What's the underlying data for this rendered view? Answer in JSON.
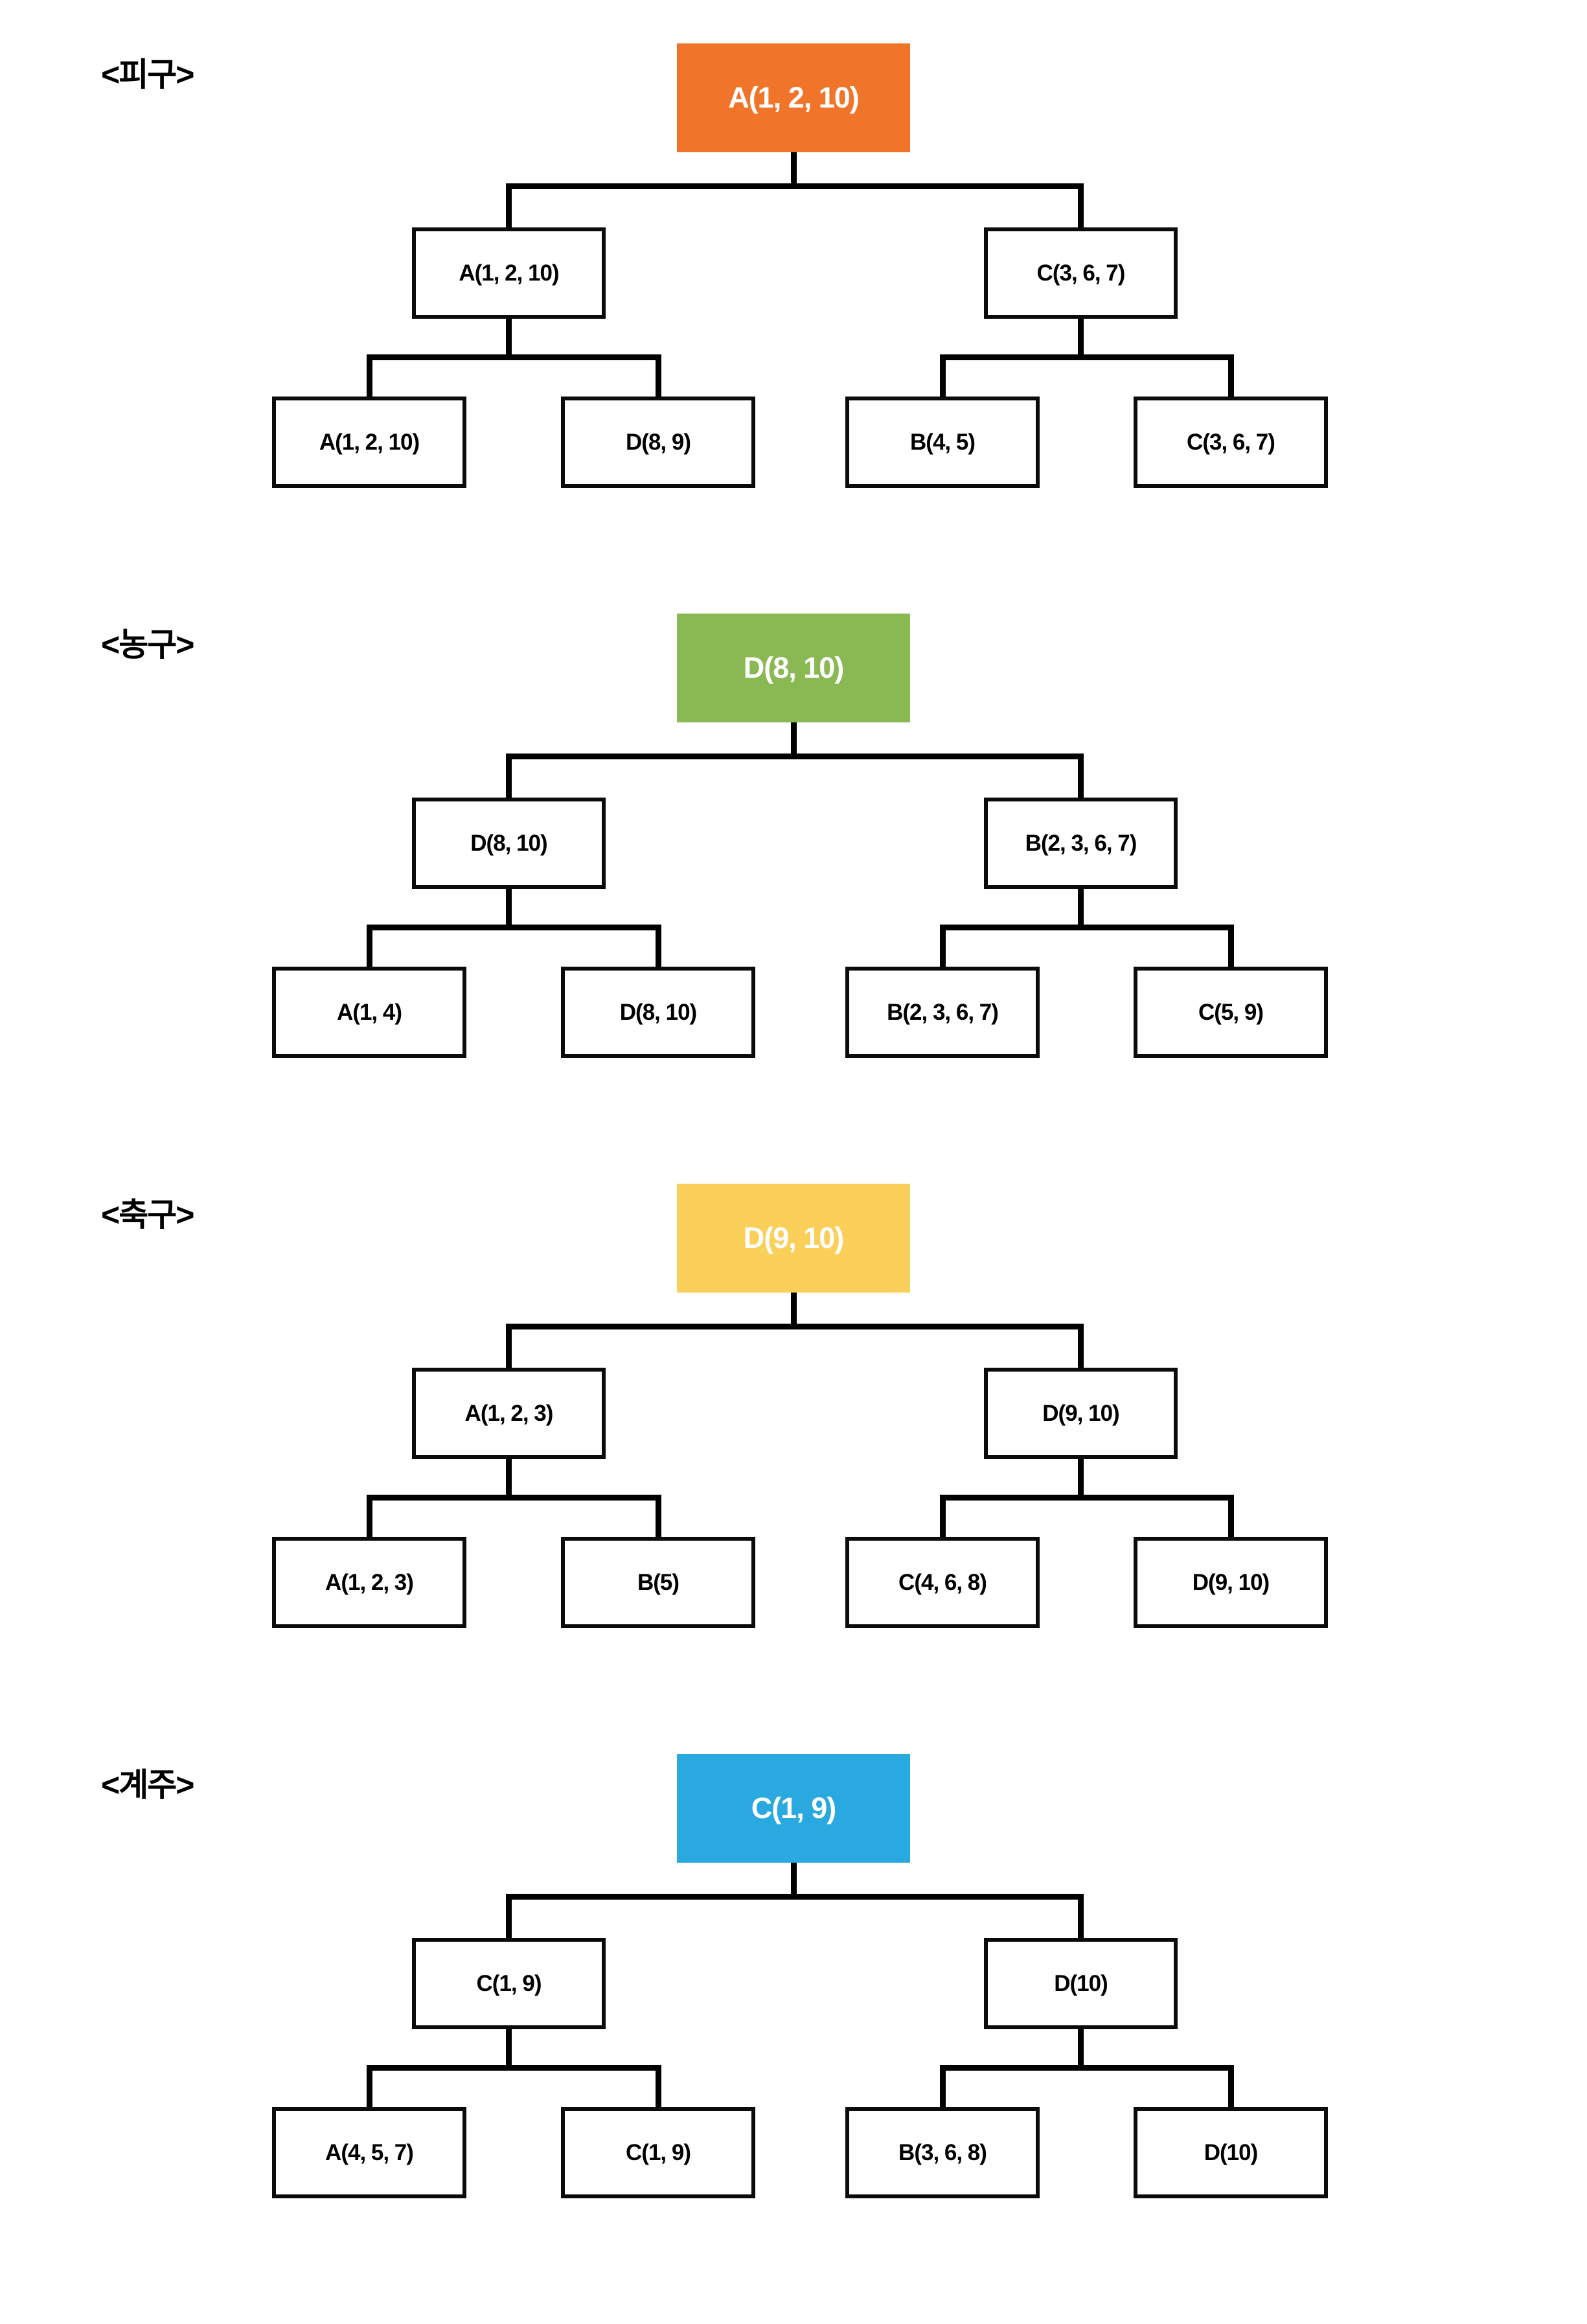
{
  "page": {
    "background": "#FFFFFF",
    "line_color": "#000000",
    "node_border_color": "#0B0B0B",
    "node_text_color": "#000000",
    "root_text_color": "#FFFFFF"
  },
  "trees": [
    {
      "label": "<피구>",
      "root": {
        "text": "A(1, 2, 10)",
        "color": "#F0752B"
      },
      "children": [
        "A(1, 2, 10)",
        "C(3, 6, 7)"
      ],
      "grandchildren": [
        "A(1, 2, 10)",
        "D(8, 9)",
        "B(4, 5)",
        "C(3, 6, 7)"
      ]
    },
    {
      "label": "<농구>",
      "root": {
        "text": "D(8, 10)",
        "color": "#8AB852"
      },
      "children": [
        "D(8, 10)",
        "B(2, 3, 6, 7)"
      ],
      "grandchildren": [
        "A(1, 4)",
        "D(8, 10)",
        "B(2, 3, 6, 7)",
        "C(5, 9)"
      ]
    },
    {
      "label": "<축구>",
      "root": {
        "text": "D(9, 10)",
        "color": "#FACF5A"
      },
      "children": [
        "A(1, 2, 3)",
        "D(9, 10)"
      ],
      "grandchildren": [
        "A(1, 2, 3)",
        "B(5)",
        "C(4, 6, 8)",
        "D(9, 10)"
      ]
    },
    {
      "label": "<계주>",
      "root": {
        "text": "C(1, 9)",
        "color": "#29A9E0"
      },
      "children": [
        "C(1, 9)",
        "D(10)"
      ],
      "grandchildren": [
        "A(4, 5, 7)",
        "C(1, 9)",
        "B(3, 6, 8)",
        "D(10)"
      ]
    }
  ]
}
